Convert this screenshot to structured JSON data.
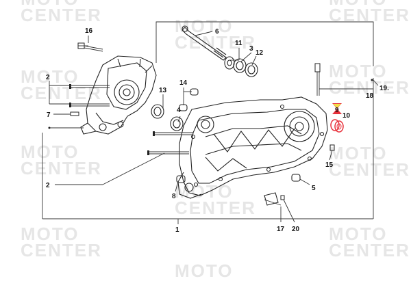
{
  "watermark": {
    "line1": "MOTO",
    "line2": "CENTER"
  },
  "callouts": {
    "c1": "1",
    "c2a": "2",
    "c2b": "2",
    "c3": "3",
    "c4": "4",
    "c5": "5",
    "c6": "6",
    "c7": "7",
    "c8": "8",
    "c9": "9",
    "c10": "10",
    "c11": "11",
    "c12": "12",
    "c13": "13",
    "c14": "14",
    "c15": "15",
    "c16": "16",
    "c17": "17",
    "c18": "18",
    "c19": "19.",
    "c20": "20"
  },
  "colors": {
    "highlight": "#e8303a",
    "highlight_fill": "#f2e046",
    "watermark": "#e6e6e6",
    "line": "#222222"
  }
}
